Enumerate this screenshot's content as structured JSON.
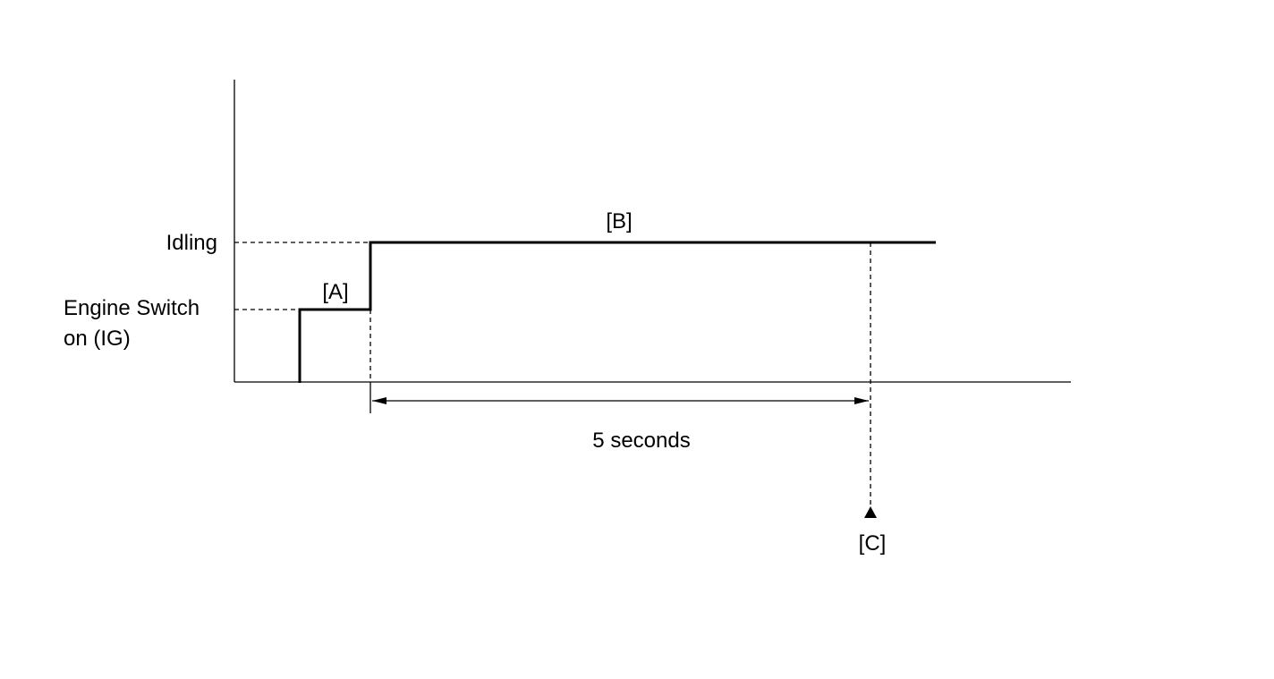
{
  "labels": {
    "idling": "Idling",
    "engine_switch_line1": "Engine Switch",
    "engine_switch_line2": "on (IG)",
    "marker_a": "[A]",
    "marker_b": "[B]",
    "marker_c": "[C]",
    "duration": "5 seconds"
  }
}
